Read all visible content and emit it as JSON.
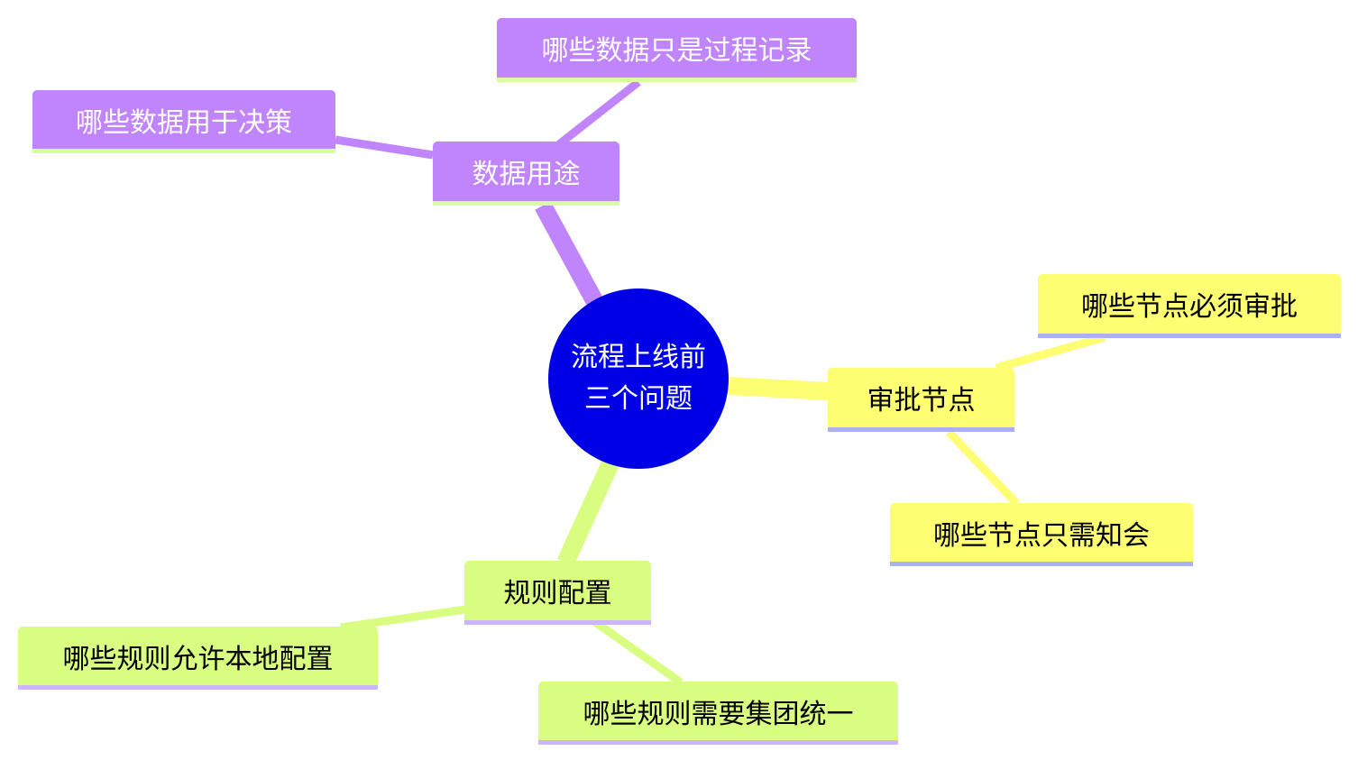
{
  "colors": {
    "root": "#0000e6",
    "branch_purple": "#c084fc",
    "branch_yellow": "#fefe72",
    "branch_green": "#d8fd80"
  },
  "root": {
    "line1": "流程上线前",
    "line2": "三个问题"
  },
  "branches": {
    "data_usage": {
      "label": "数据用途",
      "children": [
        "哪些数据用于决策",
        "哪些数据只是过程记录"
      ]
    },
    "approval_nodes": {
      "label": "审批节点",
      "children": [
        "哪些节点必须审批",
        "哪些节点只需知会"
      ]
    },
    "rule_config": {
      "label": "规则配置",
      "children": [
        "哪些规则允许本地配置",
        "哪些规则需要集团统一"
      ]
    }
  }
}
